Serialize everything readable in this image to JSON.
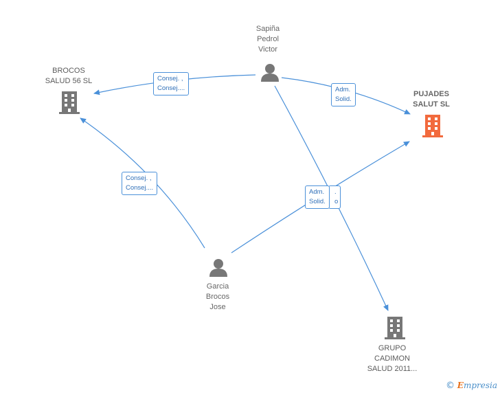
{
  "nodes": {
    "sapina": {
      "label": "Sapiña\nPedrol\nVictor",
      "type": "person"
    },
    "garcia": {
      "label": "Garcia\nBrocos\nJose",
      "type": "person"
    },
    "brocos": {
      "label": "BROCOS\nSALUD 56  SL",
      "type": "company"
    },
    "pujades": {
      "label": "PUJADES\nSALUT  SL",
      "type": "company",
      "highlight": true
    },
    "grupo": {
      "label": "GRUPO\nCADIMON\nSALUD 2011...",
      "type": "company"
    }
  },
  "edges": {
    "sapina_brocos": "Consej. ,\nConsej....",
    "sapina_pujades": "Adm.\nSolid.",
    "garcia_brocos": "Consej. ,\nConsej....",
    "garcia_pujades": "Adm.\nSolid.",
    "sapina_grupo": ".\no"
  },
  "colors": {
    "edge": "#4a90d9",
    "person_icon": "#777777",
    "company_icon": "#777777",
    "highlight_icon": "#f26a3d"
  },
  "watermark": {
    "copyright": "©",
    "brand_first": "E",
    "brand_rest": "mpresia"
  }
}
